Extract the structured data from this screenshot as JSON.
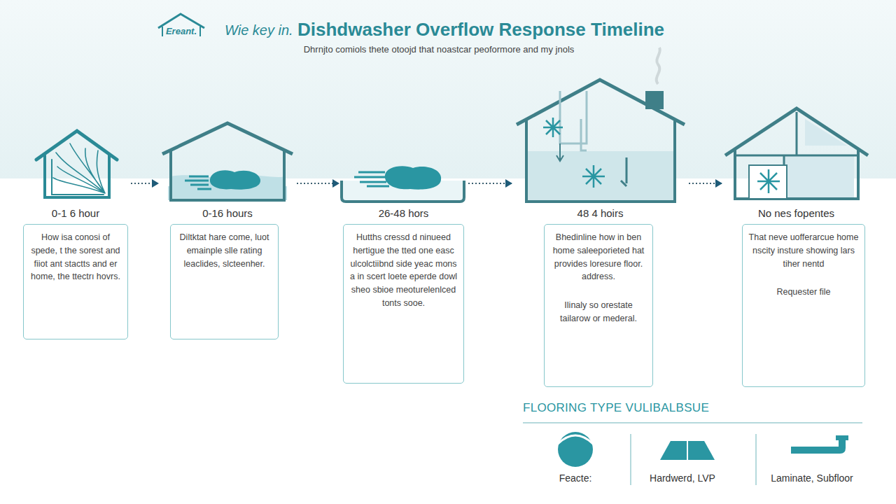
{
  "diagram": {
    "title": "Dishdwasher Overflow Response Timeline",
    "nodes": [
      {
        "text": [
          "0-1 6 hour",
          "How isa conosi of spede, t the sorest and fiiot ant stactts and er home, the ttectrı hovrs."
        ]
      },
      {
        "text": [
          "0-16 hours",
          "Diltktat hare come, luot emainple slle rating leaclides, slcteenher."
        ]
      },
      {
        "text": [
          "26-48 hors",
          "Hutths cressd d ninueed hertigue the tted one easc ulcolctiibnd side yeac mons a in scert loete eperde dowl sheo sbioe meoturelenlced tonts sooe."
        ]
      },
      {
        "text": [
          "48 4 hoirs",
          "Bhedinline how in ben home saleeporieted hat provides loresure floor. address.",
          "Ilinaly so orestate tailarow or mederal."
        ]
      },
      {
        "text": [
          "No nes fopentes",
          "That neve uofferarcue home nscity insture showing lars tiher nentd",
          "Requester file"
        ]
      }
    ],
    "edges": [
      {
        "from": 0,
        "to": 1,
        "arrow": "to"
      },
      {
        "from": 1,
        "to": 2,
        "arrow": "to"
      },
      {
        "from": 2,
        "to": 3,
        "arrow": "to"
      },
      {
        "from": 3,
        "to": 4,
        "arrow": "to"
      }
    ],
    "labels": [
      "Ereant.",
      "Wie key in.",
      "Dhrnjto comiols thete otoojd that noastcar peoformore and my jnols",
      "FLOORING TYPE VULIBALBSUE"
    ],
    "legend": [
      {
        "text": "Feacte:"
      },
      {
        "text": "Hardwerd, LVP"
      },
      {
        "text": "Laminate, Subfloor"
      }
    ]
  }
}
